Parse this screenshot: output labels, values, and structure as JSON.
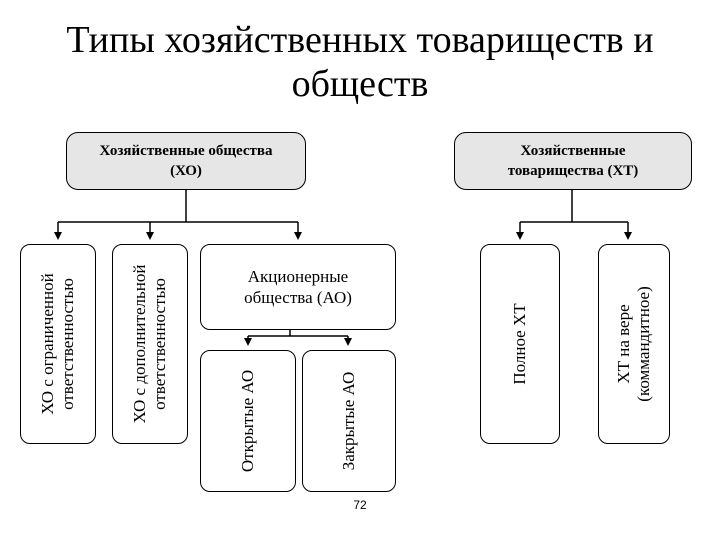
{
  "title": {
    "line1": "Типы хозяйственных товариществ и",
    "line2": "обществ"
  },
  "categories": {
    "xo": {
      "line1": "Хозяйственные общества",
      "line2": "(ХО)"
    },
    "xt": {
      "line1": "Хозяйственные",
      "line2": "товарищества (ХТ)"
    }
  },
  "xo_types": {
    "ooo": {
      "line1": "ХО с ограниченной",
      "line2": "ответственностью"
    },
    "odo": {
      "line1": "ХО с дополнительной",
      "line2": "ответственностью"
    },
    "ao": {
      "line1": "Акционерные",
      "line2": "общества (АО)"
    }
  },
  "ao_types": {
    "open": "Открытые АО",
    "closed": "Закрытые АО"
  },
  "xt_types": {
    "full": "Полное ХТ",
    "trust": {
      "line1": "ХТ на вере",
      "line2": "(коммандитное)"
    }
  },
  "page_number": "72",
  "colors": {
    "category_fill": "#e6e6e6",
    "box_fill": "#ffffff",
    "stroke": "#000000"
  }
}
